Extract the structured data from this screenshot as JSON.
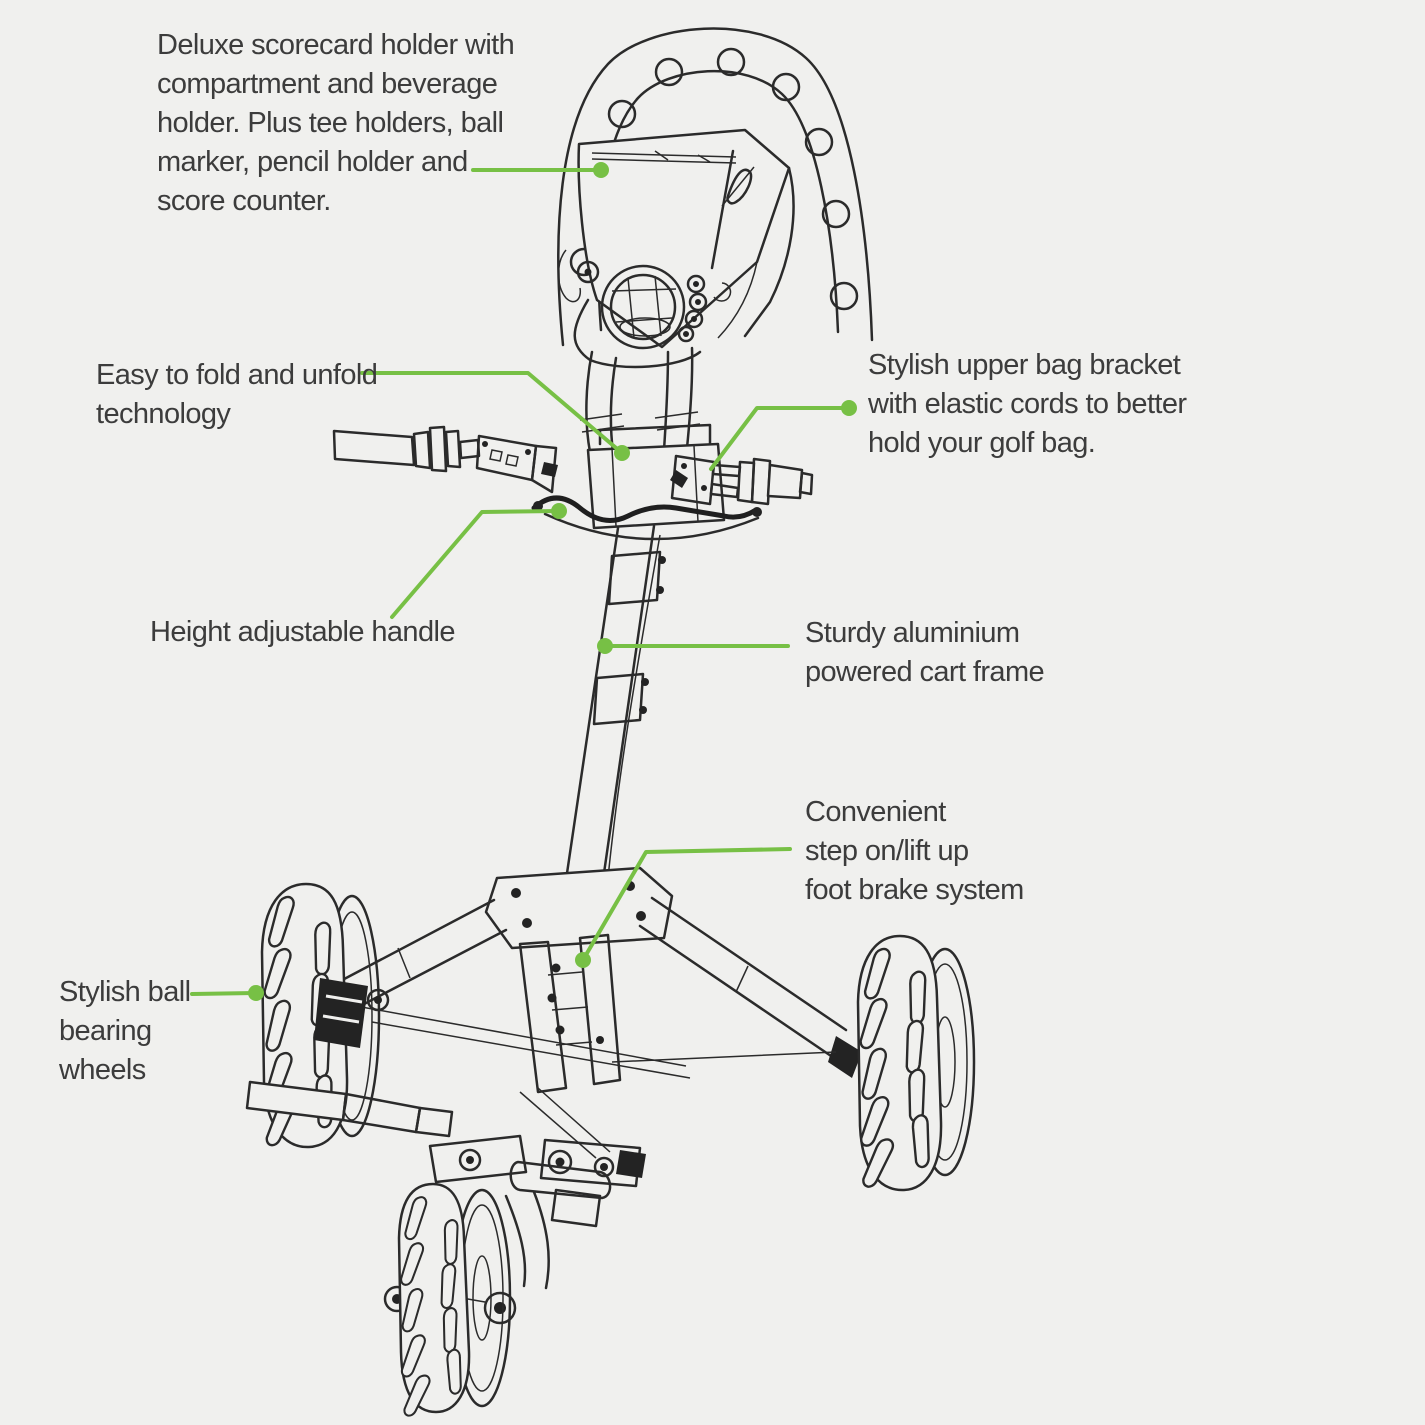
{
  "diagram": {
    "subject": "three-wheel golf push cart feature diagram",
    "colors": {
      "background": "#f0f0ee",
      "line_art": "#2b2b2b",
      "callout_green": "#77c045",
      "label_text": "#3c3c3c"
    },
    "callouts": {
      "scorecard": {
        "text": "Deluxe scorecard holder with\ncompartment and beverage\nholder. Plus tee holders, ball\nmarker, pencil holder and\nscore counter."
      },
      "fold": {
        "text": "Easy to fold and unfold\ntechnology"
      },
      "bag_bracket": {
        "text": "Stylish upper bag bracket\nwith elastic cords to better\nhold your golf bag."
      },
      "handle": {
        "text": "Height adjustable handle"
      },
      "frame": {
        "text": "Sturdy aluminium\npowered cart frame"
      },
      "brake": {
        "text": "Convenient\nstep on/lift up\nfoot brake system"
      },
      "wheels": {
        "text": "Stylish ball\nbearing\nwheels"
      }
    }
  }
}
